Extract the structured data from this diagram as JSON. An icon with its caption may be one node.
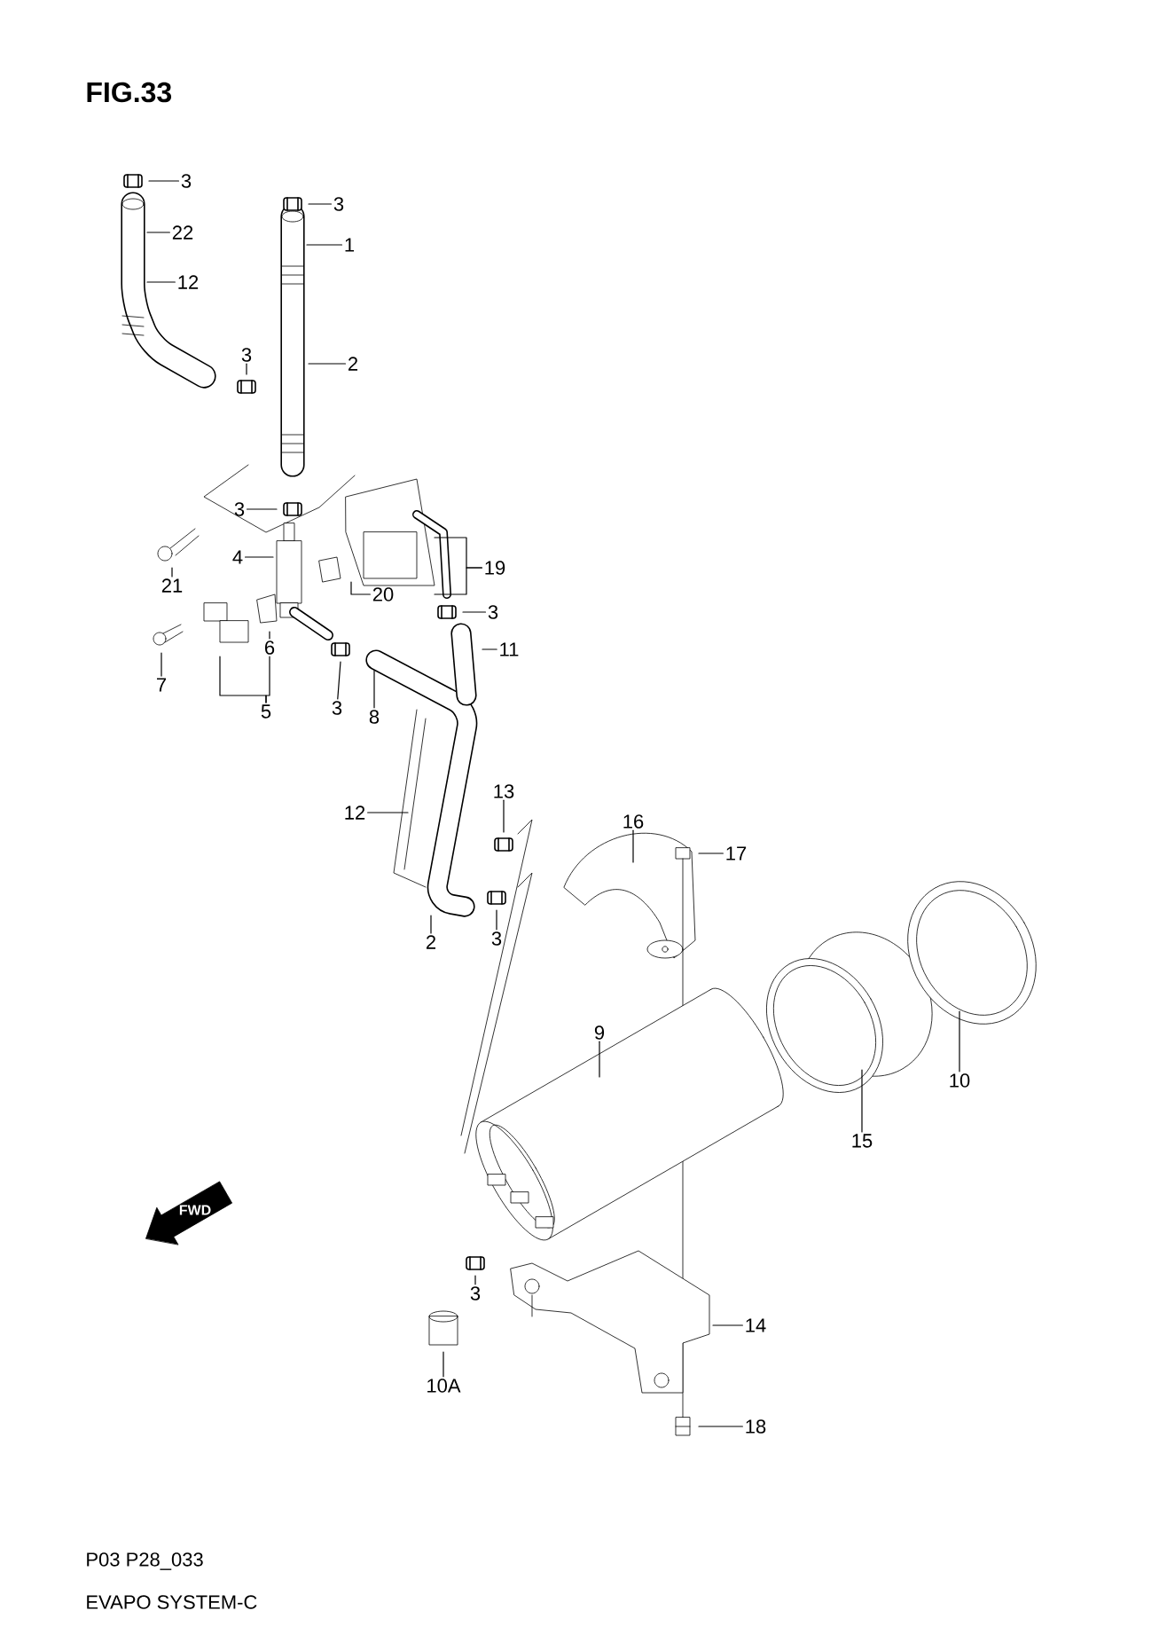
{
  "diagram": {
    "title": "FIG.33",
    "nodes": [
      {
        "text": [
          "3"
        ]
      },
      {
        "text": [
          "3"
        ]
      },
      {
        "text": [
          "22"
        ]
      },
      {
        "text": [
          "1"
        ]
      },
      {
        "text": [
          "12"
        ]
      },
      {
        "text": [
          "3"
        ]
      },
      {
        "text": [
          "2"
        ]
      },
      {
        "text": [
          "3"
        ]
      },
      {
        "text": [
          "21"
        ]
      },
      {
        "text": [
          "4"
        ]
      },
      {
        "text": [
          "20"
        ]
      },
      {
        "text": [
          "19"
        ]
      },
      {
        "text": [
          "7"
        ]
      },
      {
        "text": [
          "6"
        ]
      },
      {
        "text": [
          "5"
        ]
      },
      {
        "text": [
          "3"
        ]
      },
      {
        "text": [
          "3"
        ]
      },
      {
        "text": [
          "8"
        ]
      },
      {
        "text": [
          "11"
        ]
      },
      {
        "text": [
          "12"
        ]
      },
      {
        "text": [
          "13"
        ]
      },
      {
        "text": [
          "3"
        ]
      },
      {
        "text": [
          "2"
        ]
      },
      {
        "text": [
          "16"
        ]
      },
      {
        "text": [
          "17"
        ]
      },
      {
        "text": [
          "9"
        ]
      },
      {
        "text": [
          "10"
        ]
      },
      {
        "text": [
          "15"
        ]
      },
      {
        "text": [
          "10A"
        ]
      },
      {
        "text": [
          "3"
        ]
      },
      {
        "text": [
          "14"
        ]
      },
      {
        "text": [
          "18"
        ]
      }
    ],
    "edges": [
      {
        "from": 0,
        "to": null,
        "arrow": "none"
      },
      {
        "from": 1,
        "to": null,
        "arrow": "none"
      },
      {
        "from": 2,
        "to": null,
        "arrow": "none"
      },
      {
        "from": 3,
        "to": null,
        "arrow": "none"
      },
      {
        "from": 4,
        "to": null,
        "arrow": "none"
      },
      {
        "from": 5,
        "to": null,
        "arrow": "none"
      },
      {
        "from": 6,
        "to": null,
        "arrow": "none"
      },
      {
        "from": 7,
        "to": null,
        "arrow": "none"
      },
      {
        "from": 8,
        "to": null,
        "arrow": "none"
      },
      {
        "from": 9,
        "to": null,
        "arrow": "none"
      },
      {
        "from": 10,
        "to": null,
        "arrow": "none"
      },
      {
        "from": 11,
        "to": null,
        "arrow": "none"
      },
      {
        "from": 11,
        "to": null,
        "arrow": "none"
      },
      {
        "from": 12,
        "to": null,
        "arrow": "none"
      },
      {
        "from": 13,
        "to": null,
        "arrow": "none"
      },
      {
        "from": 14,
        "to": null,
        "arrow": "none"
      },
      {
        "from": 14,
        "to": 13,
        "arrow": "none"
      },
      {
        "from": 15,
        "to": null,
        "arrow": "none"
      },
      {
        "from": 16,
        "to": null,
        "arrow": "none"
      },
      {
        "from": 17,
        "to": null,
        "arrow": "none"
      },
      {
        "from": 18,
        "to": null,
        "arrow": "none"
      },
      {
        "from": 19,
        "to": null,
        "arrow": "none"
      },
      {
        "from": 20,
        "to": null,
        "arrow": "none"
      },
      {
        "from": 21,
        "to": null,
        "arrow": "none"
      },
      {
        "from": 22,
        "to": null,
        "arrow": "none"
      },
      {
        "from": 23,
        "to": null,
        "arrow": "none"
      },
      {
        "from": 24,
        "to": null,
        "arrow": "none"
      },
      {
        "from": 25,
        "to": null,
        "arrow": "none"
      },
      {
        "from": 26,
        "to": null,
        "arrow": "none"
      },
      {
        "from": 27,
        "to": null,
        "arrow": "none"
      },
      {
        "from": 28,
        "to": null,
        "arrow": "none"
      },
      {
        "from": 29,
        "to": null,
        "arrow": "none"
      },
      {
        "from": 30,
        "to": null,
        "arrow": "none"
      },
      {
        "from": 31,
        "to": null,
        "arrow": "none"
      }
    ],
    "labels": [
      "FWD",
      "P03 P28_033",
      "EVAPO SYSTEM-C"
    ]
  }
}
